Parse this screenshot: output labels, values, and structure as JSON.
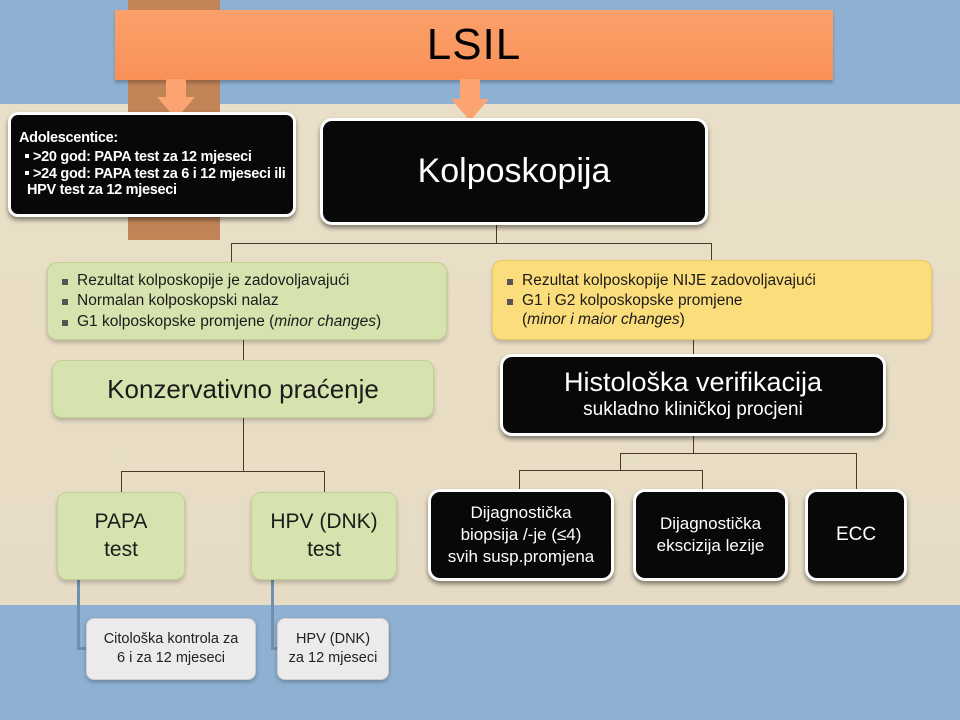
{
  "header": {
    "title": "LSIL"
  },
  "nodes": {
    "adolescent": {
      "heading": "Adolescentice:",
      "line1": ">20 god: PAPA test za 12 mjeseci",
      "line2": ">24 god: PAPA test za 6 i 12 mjeseci ili HPV test za 12 mjeseci"
    },
    "kolposkopija": {
      "label": "Kolposkopija"
    },
    "green_results": {
      "items": [
        "Rezultat kolposkopije je zadovoljavajući",
        "Normalan kolposkopski nalaz",
        "G1 kolposkopske promjene (minor changes)"
      ],
      "item3_plain": "G1 kolposkopske promjene (",
      "item3_italic": "minor changes",
      "item3_tail": ")"
    },
    "yellow_results": {
      "items": [
        "Rezultat kolposkopije NIJE zadovoljavajući",
        "G1 i G2 kolposkopske promjene (minor i maior changes)"
      ],
      "item2_line1": "G1 i G2 kolposkopske promjene",
      "item2_italic": "minor i maior changes"
    },
    "konzervativno": {
      "label": "Konzervativno praćenje"
    },
    "histoloska": {
      "title": "Histološka verifikacija",
      "subtitle": "sukladno kliničkoj procjeni"
    },
    "papa": {
      "line1": "PAPA",
      "line2": "test"
    },
    "hpv_dnk": {
      "line1": "HPV (DNK)",
      "line2": "test"
    },
    "dijagnosticka_biopsija": {
      "line1": "Dijagnostička",
      "line2": "biopsija /-je (≤4)",
      "line3": "svih susp.promjena"
    },
    "dijagnosticka_excizija": {
      "line1": "Dijagnostička",
      "line2": "ekscizija lezije"
    },
    "ecc": {
      "label": "ECC"
    },
    "citoloska_kontrola": {
      "line1": "Citološka kontrola za",
      "line2": "6 i za 12 mjeseci"
    },
    "hpv_12": {
      "line1": "HPV (DNK)",
      "line2": "za 12 mjeseci"
    }
  },
  "colors": {
    "banner_orange": "#fb9a63",
    "band_blue": "#8eb0d2",
    "band_beige": "#e9ddc4",
    "node_black": "#080808",
    "node_green": "#d7e3ae",
    "node_yellow": "#fcdd7b",
    "node_gray": "#eceaea",
    "brown_band": "#c08457",
    "connector": "#4a3a28",
    "connector_blue": "#6f90ad"
  }
}
